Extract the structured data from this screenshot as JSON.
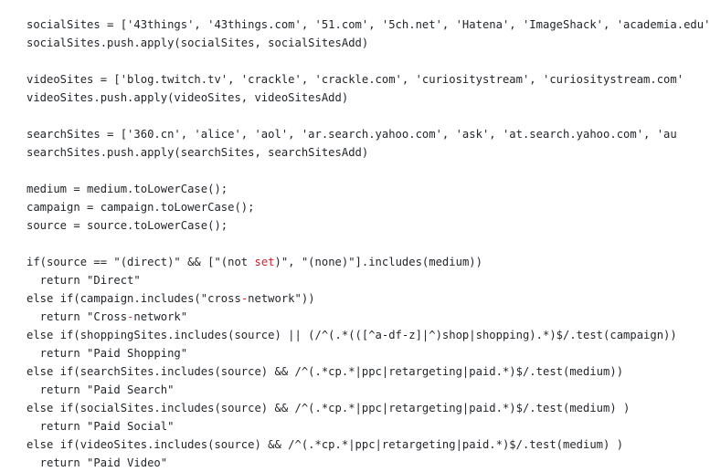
{
  "code": {
    "lines": [
      {
        "parts": [
          {
            "t": "socialSites = ['43things', '43things.com', '51.com', '5ch.net', 'Hatena', 'ImageShack', 'academia.edu'"
          }
        ]
      },
      {
        "parts": [
          {
            "t": "socialSites.push.apply(socialSites, socialSitesAdd)"
          }
        ]
      },
      {
        "parts": [
          {
            "t": ""
          }
        ]
      },
      {
        "parts": [
          {
            "t": "videoSites = ['blog.twitch.tv', 'crackle', 'crackle.com', 'curiositystream', 'curiositystream.com'"
          }
        ]
      },
      {
        "parts": [
          {
            "t": "videoSites.push.apply(videoSites, videoSitesAdd)"
          }
        ]
      },
      {
        "parts": [
          {
            "t": ""
          }
        ]
      },
      {
        "parts": [
          {
            "t": "searchSites = ['360.cn', 'alice', 'aol', 'ar.search.yahoo.com', 'ask', 'at.search.yahoo.com', 'au"
          }
        ]
      },
      {
        "parts": [
          {
            "t": "searchSites.push.apply(searchSites, searchSitesAdd)"
          }
        ]
      },
      {
        "parts": [
          {
            "t": ""
          }
        ]
      },
      {
        "parts": [
          {
            "t": "medium = medium.toLowerCase();"
          }
        ]
      },
      {
        "parts": [
          {
            "t": "campaign = campaign.toLowerCase();"
          }
        ]
      },
      {
        "parts": [
          {
            "t": "source = source.toLowerCase();"
          }
        ]
      },
      {
        "parts": [
          {
            "t": ""
          }
        ]
      },
      {
        "parts": [
          {
            "t": "if(source == \"(direct)\" && [\"(not "
          },
          {
            "t": "set",
            "c": "red"
          },
          {
            "t": ")\", \"(none)\"].includes(medium))"
          }
        ]
      },
      {
        "parts": [
          {
            "t": "  return \"Direct\""
          }
        ]
      },
      {
        "parts": [
          {
            "t": "else if(campaign.includes(\"cross"
          },
          {
            "t": "-",
            "c": "red"
          },
          {
            "t": "network\"))"
          }
        ]
      },
      {
        "parts": [
          {
            "t": "  return \"Cross"
          },
          {
            "t": "-",
            "c": "red"
          },
          {
            "t": "network\""
          }
        ]
      },
      {
        "parts": [
          {
            "t": "else if(shoppingSites.includes(source) || (/^(.*(([^a-df-z]|^)shop|shopping).*)$/.test(campaign))"
          }
        ]
      },
      {
        "parts": [
          {
            "t": "  return \"Paid Shopping\""
          }
        ]
      },
      {
        "parts": [
          {
            "t": "else if(searchSites.includes(source) && /^(.*cp.*|ppc|retargeting|paid.*)$/.test(medium))"
          }
        ]
      },
      {
        "parts": [
          {
            "t": "  return \"Paid Search\""
          }
        ]
      },
      {
        "parts": [
          {
            "t": "else if(socialSites.includes(source) && /^(.*cp.*|ppc|retargeting|paid.*)$/.test(medium) )"
          }
        ]
      },
      {
        "parts": [
          {
            "t": "  return \"Paid Social\""
          }
        ]
      },
      {
        "parts": [
          {
            "t": "else if(videoSites.includes(source) && /^(.*cp.*|ppc|retargeting|paid.*)$/.test(medium) )"
          }
        ]
      },
      {
        "parts": [
          {
            "t": "  return \"Paid Video\""
          }
        ]
      }
    ]
  },
  "colors": {
    "text": "#1f2328",
    "highlight_red": "#cf222e",
    "background": "#ffffff"
  }
}
